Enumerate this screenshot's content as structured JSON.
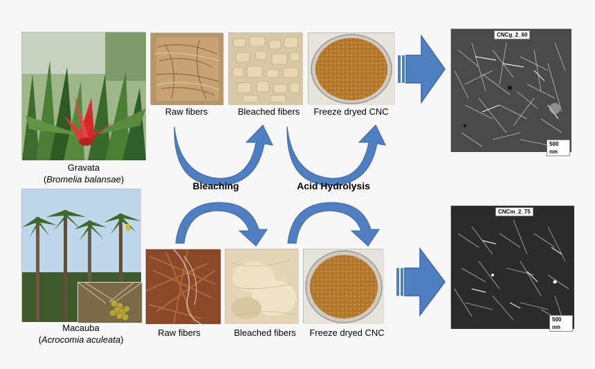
{
  "top": {
    "species_common": "Gravata",
    "species_scientific": "Bromelia balansae",
    "step_labels": [
      "Raw fibers",
      "Bleached fibers",
      "Freeze dryed CNC"
    ],
    "tem_tag": "CNCg_2_60",
    "scale_bar": "500 nm"
  },
  "bottom": {
    "species_common": "Macauba",
    "species_scientific": "Acrocomia aculeata",
    "step_labels": [
      "Raw fibers",
      "Bleached fibers",
      "Freeze dryed CNC"
    ],
    "tem_tag": "CNCm_2_75",
    "scale_bar": "500 nm"
  },
  "process": {
    "bleaching": "Bleaching",
    "acid_hydrolysis": "Acid Hydrolysis"
  },
  "colors": {
    "arrow_fill": "#4f7fc0",
    "arrow_stroke": "#3a64a0",
    "background": "#f7f7f7"
  }
}
